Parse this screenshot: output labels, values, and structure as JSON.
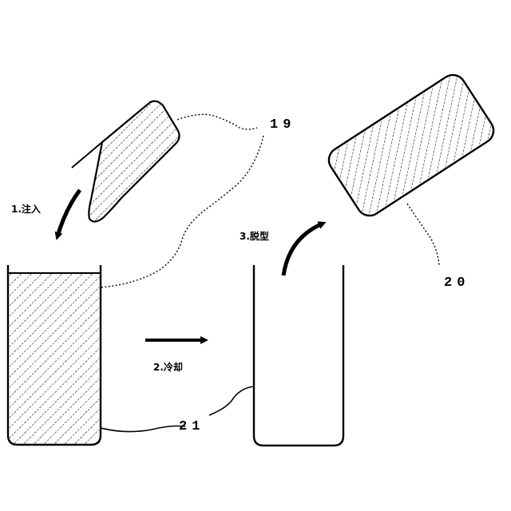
{
  "steps": [
    {
      "text": "1.注入"
    },
    {
      "text": "2.冷却"
    },
    {
      "text": "3.脱型"
    }
  ],
  "refs": {
    "r19": "19",
    "r20": "20",
    "r21": "21"
  }
}
